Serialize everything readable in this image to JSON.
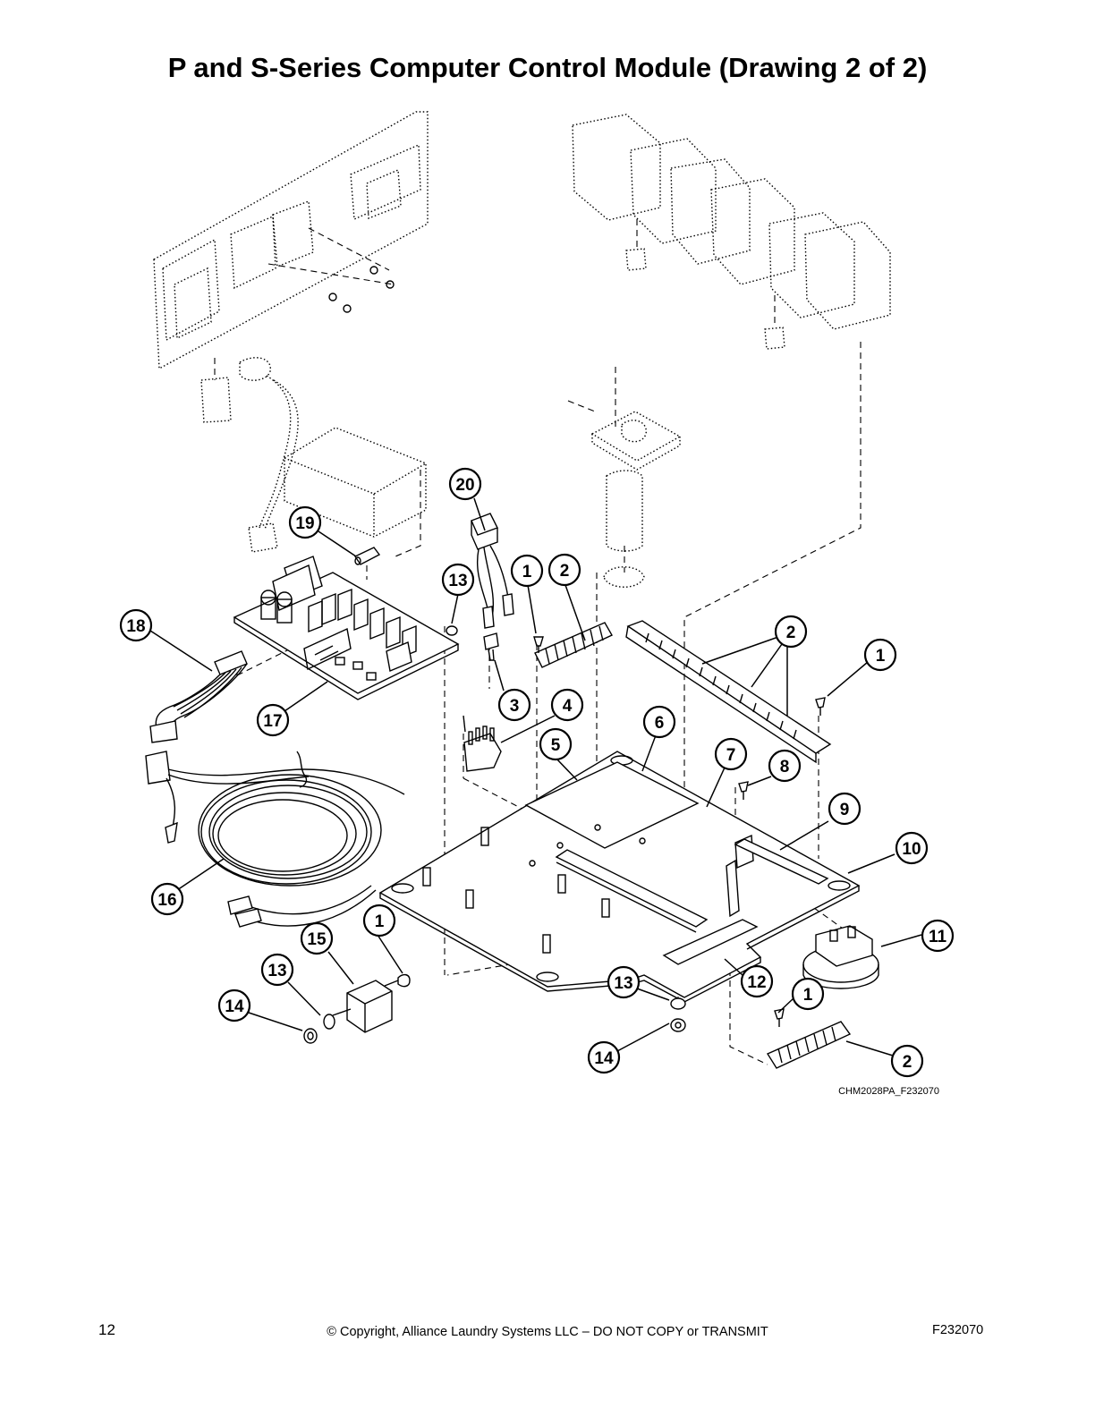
{
  "page": {
    "title": "P and S-Series Computer Control Module (Drawing 2 of 2)",
    "drawing_code": "CHM2028PA_F232070",
    "page_number": "12",
    "copyright": "© Copyright, Alliance Laundry Systems LLC – DO NOT COPY or TRANSMIT",
    "document_id": "F232070"
  },
  "callouts": [
    {
      "id": "c20",
      "label": "20"
    },
    {
      "id": "c19",
      "label": "19"
    },
    {
      "id": "c13a",
      "label": "13"
    },
    {
      "id": "c1a",
      "label": "1"
    },
    {
      "id": "c2a",
      "label": "2"
    },
    {
      "id": "c2b",
      "label": "2"
    },
    {
      "id": "c1b",
      "label": "1"
    },
    {
      "id": "c18",
      "label": "18"
    },
    {
      "id": "c17",
      "label": "17"
    },
    {
      "id": "c3",
      "label": "3"
    },
    {
      "id": "c4",
      "label": "4"
    },
    {
      "id": "c5",
      "label": "5"
    },
    {
      "id": "c6",
      "label": "6"
    },
    {
      "id": "c7",
      "label": "7"
    },
    {
      "id": "c8",
      "label": "8"
    },
    {
      "id": "c9",
      "label": "9"
    },
    {
      "id": "c10",
      "label": "10"
    },
    {
      "id": "c16",
      "label": "16"
    },
    {
      "id": "c1c",
      "label": "1"
    },
    {
      "id": "c15",
      "label": "15"
    },
    {
      "id": "c13b",
      "label": "13"
    },
    {
      "id": "c14a",
      "label": "14"
    },
    {
      "id": "c11",
      "label": "11"
    },
    {
      "id": "c12",
      "label": "12"
    },
    {
      "id": "c13c",
      "label": "13"
    },
    {
      "id": "c1d",
      "label": "1"
    },
    {
      "id": "c14b",
      "label": "14"
    },
    {
      "id": "c2c",
      "label": "2"
    }
  ]
}
